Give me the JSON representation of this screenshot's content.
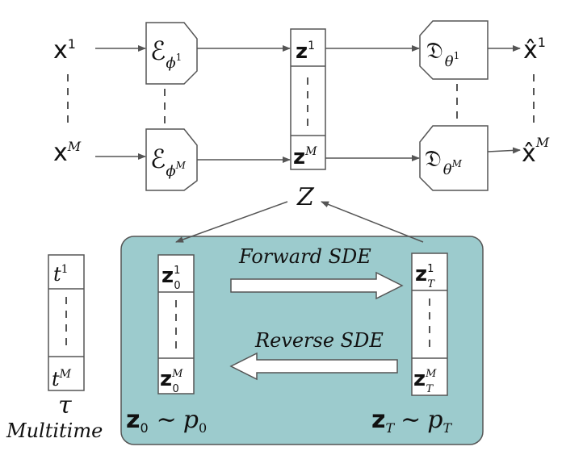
{
  "colors": {
    "panel_fill": "#9ccbcd",
    "panel_stroke": "#555555",
    "line": "#555555",
    "box_fill": "#ffffff"
  },
  "inputs": {
    "top": {
      "base": "x",
      "sup": "1"
    },
    "bottom": {
      "base": "x",
      "sup": "M"
    }
  },
  "encoders": {
    "top": {
      "letter": "ℰ",
      "sub": "ϕ",
      "subsup": "1"
    },
    "bottom": {
      "letter": "ℰ",
      "sub": "ϕ",
      "subsup": "M"
    }
  },
  "latent": {
    "top": {
      "base": "z",
      "sup": "1"
    },
    "bottom": {
      "base": "z",
      "sup": "M"
    },
    "label": "Z"
  },
  "decoders": {
    "top": {
      "letter": "𝔇",
      "sub": "θ",
      "subsup": "1"
    },
    "bottom": {
      "letter": "𝔇",
      "sub": "θ",
      "subsup": "M"
    }
  },
  "outputs": {
    "top": {
      "base": "x̂",
      "sup": "1"
    },
    "bottom": {
      "base": "x̂",
      "sup": "M"
    }
  },
  "multitime": {
    "top": {
      "base": "t",
      "sup": "1"
    },
    "bottom": {
      "base": "t",
      "sup": "M"
    },
    "symbol": "τ",
    "caption": "Multitime"
  },
  "diffusion": {
    "left_top": {
      "base": "z",
      "sub": "0",
      "sup": "1"
    },
    "left_bottom": {
      "base": "z",
      "sub": "0",
      "sup": "M"
    },
    "right_top": {
      "base": "z",
      "sub": "T",
      "sup": "1"
    },
    "right_bottom": {
      "base": "z",
      "sub": "T",
      "sup": "M"
    },
    "forward_label": "Forward SDE",
    "reverse_label": "Reverse SDE",
    "left_caption": {
      "z": "z",
      "sub": "0",
      "rel": "∼",
      "p": "p",
      "psub": "0"
    },
    "right_caption": {
      "z": "z",
      "sub": "T",
      "rel": "∼",
      "p": "p",
      "psub": "T"
    }
  }
}
